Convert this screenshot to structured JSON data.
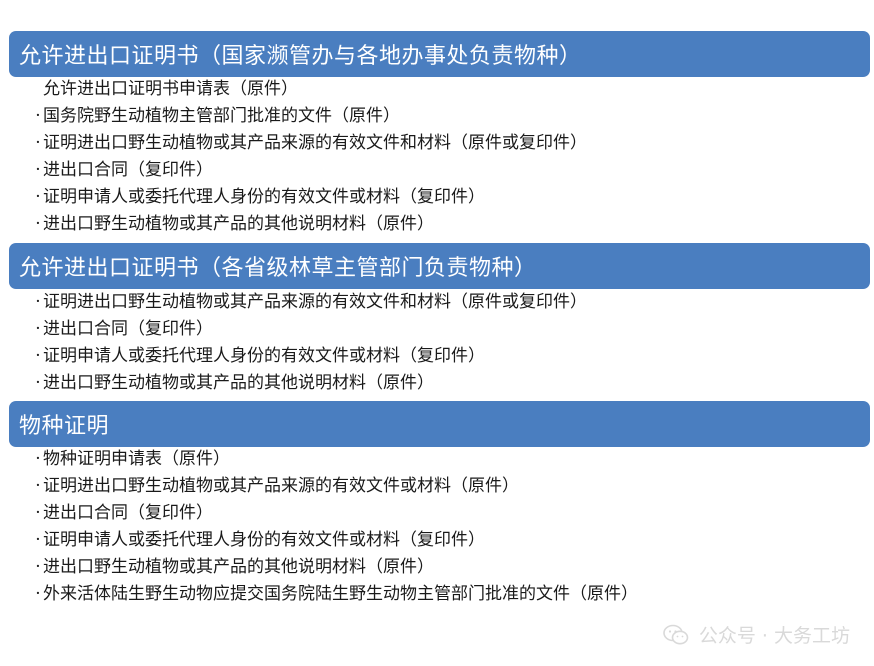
{
  "sections": [
    {
      "title": "允许进出口证明书（国家濒管办与各地办事处负责物种）",
      "items": [
        {
          "bullet": "",
          "text": "允许进出口证明书申请表（原件）"
        },
        {
          "bullet": "·",
          "text": "国务院野生动植物主管部门批准的文件（原件）"
        },
        {
          "bullet": "·",
          "text": "证明进出口野生动植物或其产品来源的有效文件和材料（原件或复印件）"
        },
        {
          "bullet": "·",
          "text": "进出口合同（复印件）"
        },
        {
          "bullet": "·",
          "text": "证明申请人或委托代理人身份的有效文件或材料（复印件）"
        },
        {
          "bullet": "·",
          "text": "进出口野生动植物或其产品的其他说明材料（原件）"
        }
      ]
    },
    {
      "title": "允许进出口证明书（各省级林草主管部门负责物种）",
      "items": [
        {
          "bullet": "·",
          "text": "证明进出口野生动植物或其产品来源的有效文件和材料（原件或复印件）"
        },
        {
          "bullet": "·",
          "text": "进出口合同（复印件）"
        },
        {
          "bullet": "·",
          "text": "证明申请人或委托代理人身份的有效文件或材料（复印件）"
        },
        {
          "bullet": "·",
          "text": "进出口野生动植物或其产品的其他说明材料（原件）"
        }
      ]
    },
    {
      "title": "物种证明",
      "items": [
        {
          "bullet": "·",
          "text": "物种证明申请表（原件）"
        },
        {
          "bullet": "·",
          "text": "证明进出口野生动植物或其产品来源的有效文件或材料（原件）"
        },
        {
          "bullet": "·",
          "text": "进出口合同（复印件）"
        },
        {
          "bullet": "·",
          "text": "证明申请人或委托代理人身份的有效文件或材料（复印件）"
        },
        {
          "bullet": "·",
          "text": "进出口野生动植物或其产品的其他说明材料（原件）"
        },
        {
          "bullet": "·",
          "text": "外来活体陆生野生动物应提交国务院陆生野生动物主管部门批准的文件（原件）"
        }
      ]
    }
  ],
  "watermark": {
    "icon": "wechat-icon",
    "text": "公众号 · 大务工坊"
  },
  "colors": {
    "header_bg": "#4a7ec0",
    "header_text": "#ffffff",
    "body_text": "#1a1a1a"
  }
}
